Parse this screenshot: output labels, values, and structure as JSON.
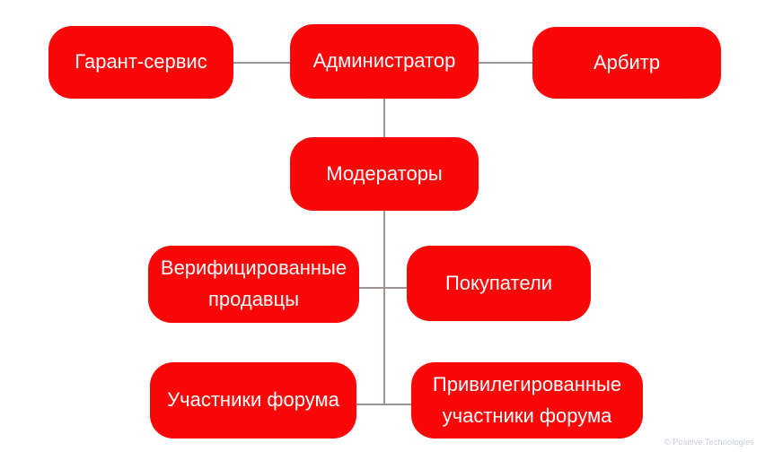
{
  "diagram": {
    "type": "org-chart",
    "nodes": [
      {
        "id": "garant-service",
        "label": "Гарант-сервис"
      },
      {
        "id": "administrator",
        "label": "Администратор"
      },
      {
        "id": "arbiter",
        "label": "Арбитр"
      },
      {
        "id": "moderators",
        "label": "Модераторы"
      },
      {
        "id": "verified-sellers",
        "label": "Верифицированные продавцы"
      },
      {
        "id": "buyers",
        "label": "Покупатели"
      },
      {
        "id": "forum-members",
        "label": "Участники форума"
      },
      {
        "id": "privileged-members",
        "label": "Привилегированные участники форума"
      }
    ],
    "edges": [
      {
        "from": "garant-service",
        "to": "administrator"
      },
      {
        "from": "administrator",
        "to": "arbiter"
      },
      {
        "from": "administrator",
        "to": "moderators"
      },
      {
        "from": "moderators",
        "to": "verified-sellers"
      },
      {
        "from": "moderators",
        "to": "buyers"
      },
      {
        "from": "moderators",
        "to": "forum-members"
      },
      {
        "from": "moderators",
        "to": "privileged-members"
      }
    ],
    "colors": {
      "node_fill": "#fa0707",
      "node_text": "#ffffff",
      "connector": "#9e9494",
      "background": "#ffffff",
      "watermark": "#c5cbd5"
    }
  },
  "watermark": "© Positive Technologies"
}
